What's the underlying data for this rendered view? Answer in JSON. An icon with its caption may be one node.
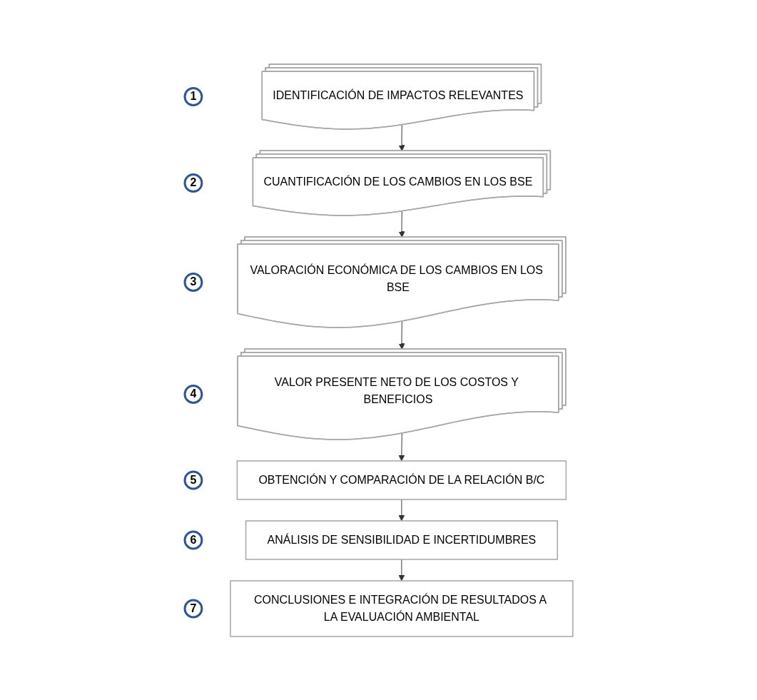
{
  "diagram": {
    "nodes": [
      {
        "text": [
          "1"
        ]
      },
      {
        "text": [
          "IDENTIFICACIÓN DE IMPACTOS RELEVANTES"
        ]
      },
      {
        "text": [
          "2"
        ]
      },
      {
        "text": [
          "CUANTIFICACIÓN DE LOS CAMBIOS EN LOS BSE"
        ]
      },
      {
        "text": [
          "3"
        ]
      },
      {
        "text": [
          "VALORACIÓN ECONÓMICA DE LOS CAMBIOS EN LOS BSE"
        ]
      },
      {
        "text": [
          "4"
        ]
      },
      {
        "text": [
          "VALOR PRESENTE NETO DE LOS COSTOS Y BENEFICIOS"
        ]
      },
      {
        "text": [
          "5"
        ]
      },
      {
        "text": [
          "OBTENCIÓN Y COMPARACIÓN DE LA RELACIÓN B/C"
        ]
      },
      {
        "text": [
          "6"
        ]
      },
      {
        "text": [
          "ANÁLISIS DE SENSIBILIDAD E INCERTIDUMBRES"
        ]
      },
      {
        "text": [
          "7"
        ]
      },
      {
        "text": [
          "CONCLUSIONES E INTEGRACIÓN DE RESULTADOS A LA EVALUACIÓN AMBIENTAL"
        ]
      }
    ],
    "edges": [
      {
        "from": 1,
        "to": 3,
        "arrow": "to"
      },
      {
        "from": 3,
        "to": 5,
        "arrow": "to"
      },
      {
        "from": 5,
        "to": 7,
        "arrow": "to"
      },
      {
        "from": 7,
        "to": 9,
        "arrow": "to"
      },
      {
        "from": 9,
        "to": 11,
        "arrow": "to"
      },
      {
        "from": 11,
        "to": 13,
        "arrow": "to"
      }
    ]
  }
}
